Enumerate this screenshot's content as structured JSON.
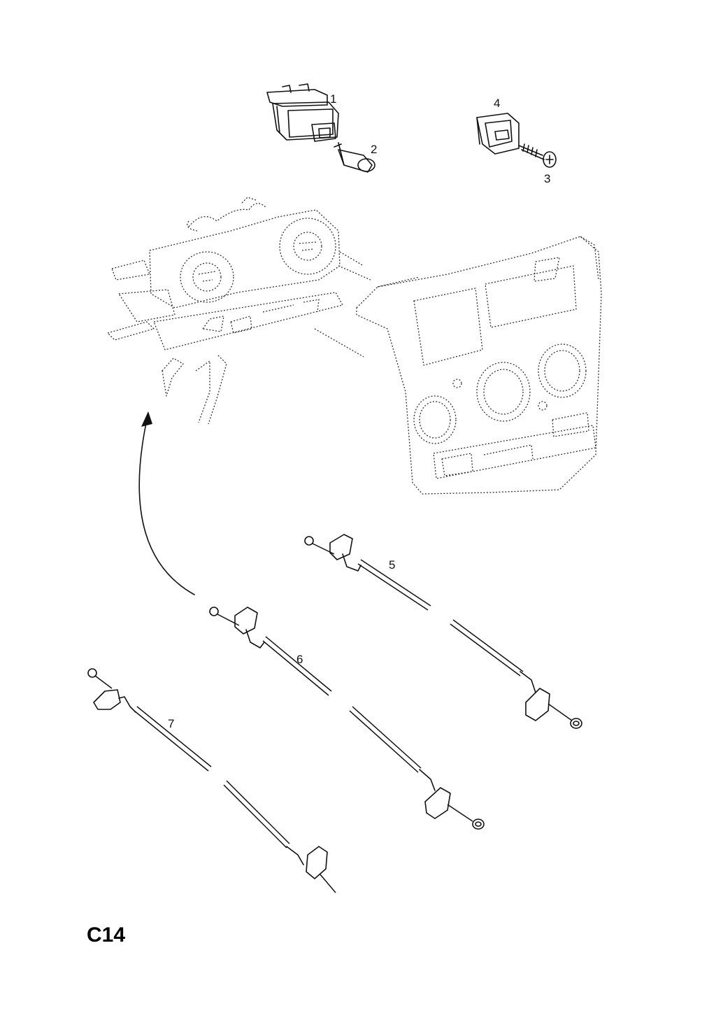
{
  "callouts": {
    "c1": "1",
    "c2": "2",
    "c3": "3",
    "c4": "4",
    "c5": "5",
    "c6": "6",
    "c7": "7"
  },
  "page_code": "C14"
}
